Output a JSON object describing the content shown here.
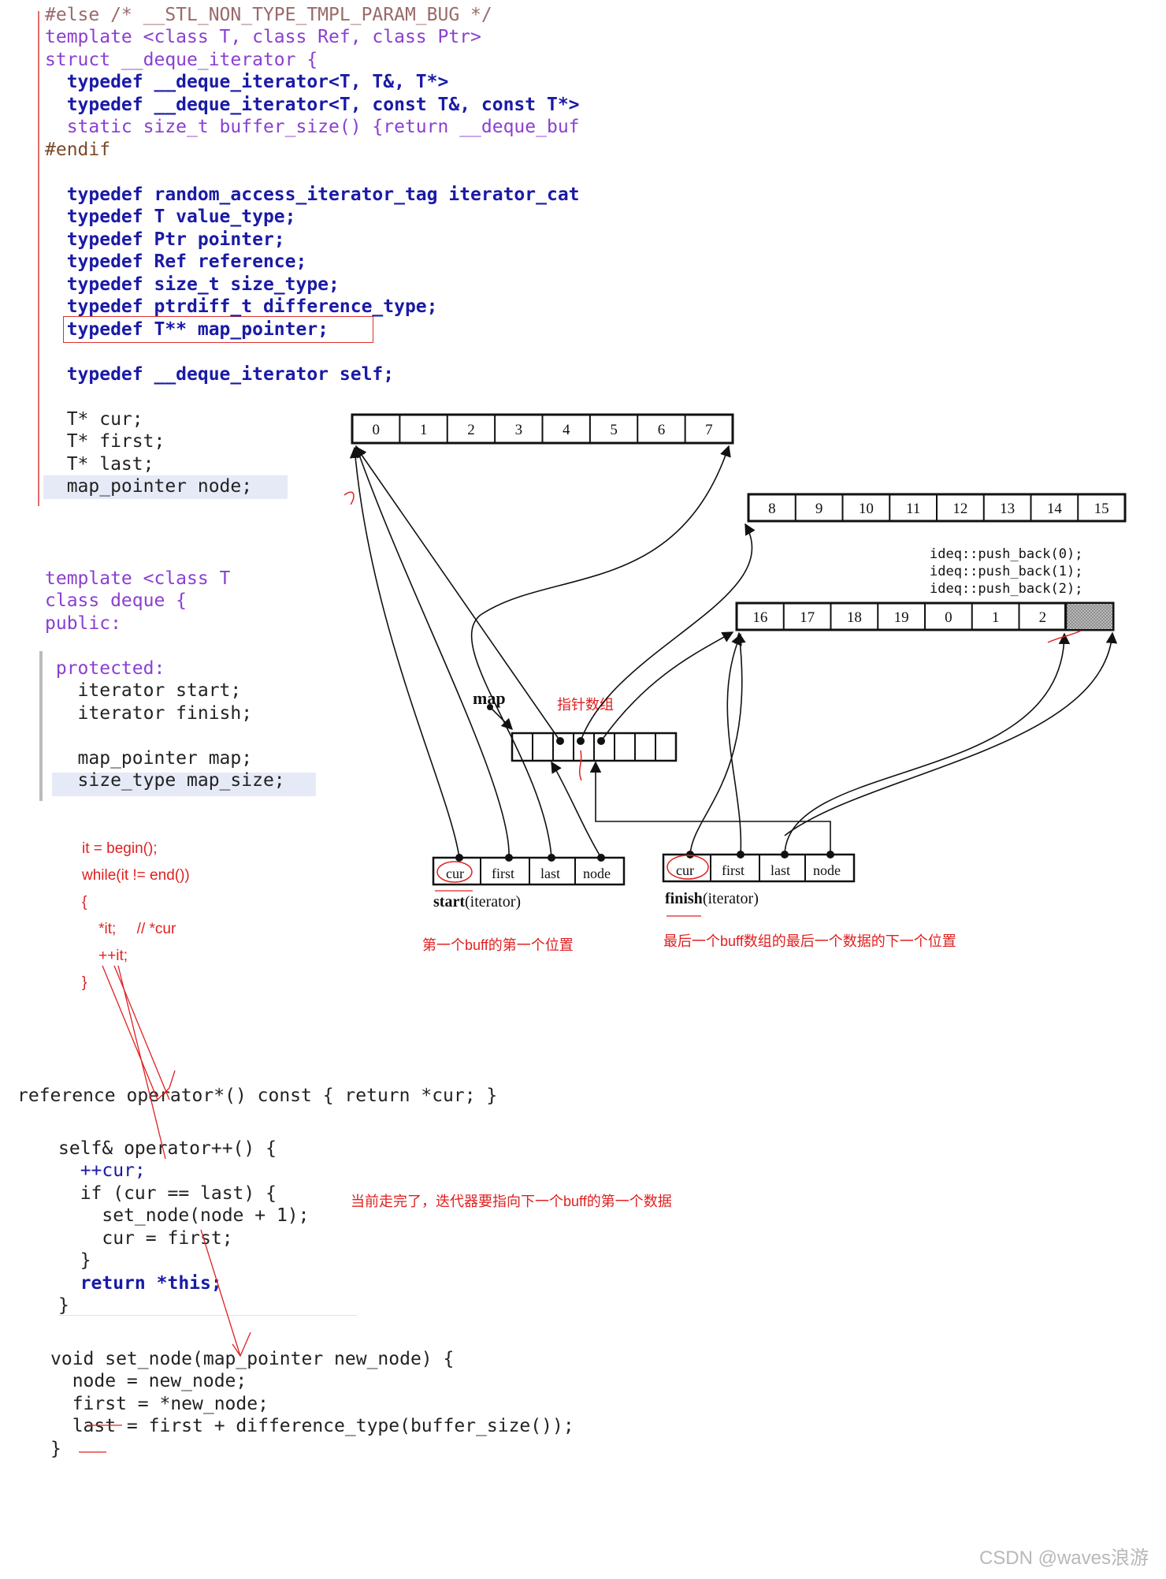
{
  "code_top": {
    "lines": [
      "#else /* __STL_NON_TYPE_TMPL_PARAM_BUG */",
      "template <class T, class Ref, class Ptr>",
      "struct __deque_iterator {",
      "  typedef __deque_iterator<T, T&, T*>",
      "  typedef __deque_iterator<T, const T&, const T*>",
      "  static size_t buffer_size() {return __deque_buf",
      "#endif",
      "",
      "  typedef random_access_iterator_tag iterator_cat",
      "  typedef T value_type;",
      "  typedef Ptr pointer;",
      "  typedef Ref reference;",
      "  typedef size_t size_type;",
      "  typedef ptrdiff_t difference_type;",
      "  typedef T** map_pointer;",
      "",
      "  typedef __deque_iterator self;",
      "",
      "  T* cur;",
      "  T* first;",
      "  T* last;",
      "  map_pointer node;"
    ]
  },
  "code_deque": {
    "lines": [
      "template <class T",
      "class deque {",
      "public:",
      "",
      " protected:",
      "   iterator start;",
      "   iterator finish;",
      "",
      "   map_pointer map;",
      "   size_type map_size;"
    ]
  },
  "handwritten_loop": {
    "lines": [
      "it = begin();",
      "while(it != end())",
      "{",
      "    *it;     // *cur",
      "    ++it;",
      "}"
    ]
  },
  "code_operator_star": "reference operator*() const { return *cur; }",
  "code_increment": {
    "lines": [
      "self& operator++() {",
      "  ++cur;",
      "  if (cur == last) {",
      "    set_node(node + 1);",
      "    cur = first;",
      "  }",
      "  return *this;",
      "}"
    ]
  },
  "code_set_node": {
    "lines": [
      "void set_node(map_pointer new_node) {",
      "  node = new_node;",
      "  first = *new_node;",
      "  last = first + difference_type(buffer_size());",
      "}"
    ]
  },
  "diagram": {
    "buffer1": [
      "0",
      "1",
      "2",
      "3",
      "4",
      "5",
      "6",
      "7"
    ],
    "buffer2": [
      "8",
      "9",
      "10",
      "11",
      "12",
      "13",
      "14",
      "15"
    ],
    "buffer3": [
      "16",
      "17",
      "18",
      "19",
      "0",
      "1",
      "2",
      ""
    ],
    "push_back_calls": [
      "ideq::push_back(0);",
      "ideq::push_back(1);",
      "ideq::push_back(2);"
    ],
    "map_label": "map",
    "map_note": "指针数组",
    "iterator_fields": [
      "cur",
      "first",
      "last",
      "node"
    ],
    "start_label_bold": "start",
    "start_label_rest": "(iterator)",
    "finish_label_bold": "finish",
    "finish_label_rest": "(iterator)",
    "start_note": "第一个buff的第一个位置",
    "finish_note": "最后一个buff数组的最后一个数据的下一个位置",
    "increment_note": "当前走完了，迭代器要指向下一个buff的第一个数据"
  },
  "watermark": "CSDN @waves浪游"
}
